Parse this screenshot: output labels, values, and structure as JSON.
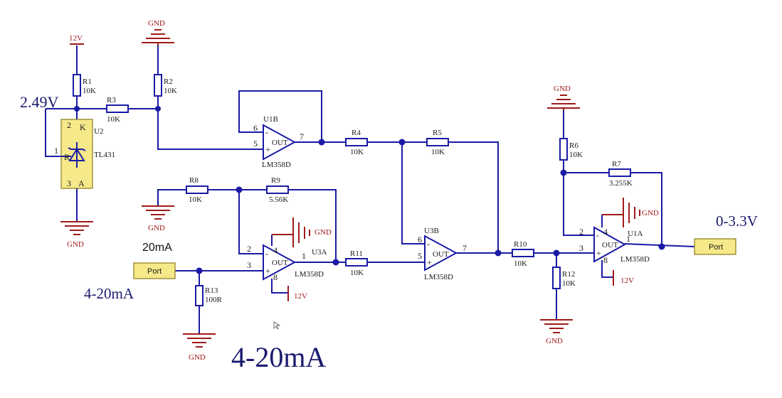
{
  "annotations": {
    "ref_voltage": "2.49V",
    "input_current": "4-20mA",
    "current_mark": "20mA",
    "output_range": "0-3.3V",
    "title": "4-20mA"
  },
  "nets": {
    "gnd": "GND",
    "v12": "12V"
  },
  "ports": {
    "input": "Port",
    "output": "Port"
  },
  "resistors": {
    "r1": {
      "ref": "R1",
      "value": "10K"
    },
    "r2": {
      "ref": "R2",
      "value": "10K"
    },
    "r3": {
      "ref": "R3",
      "value": "10K"
    },
    "r4": {
      "ref": "R4",
      "value": "10K"
    },
    "r5": {
      "ref": "R5",
      "value": "10K"
    },
    "r6": {
      "ref": "R6",
      "value": "10K"
    },
    "r7": {
      "ref": "R7",
      "value": "3.255K"
    },
    "r8": {
      "ref": "R8",
      "value": "10K"
    },
    "r9": {
      "ref": "R9",
      "value": "5.56K"
    },
    "r10": {
      "ref": "R10",
      "value": "10K"
    },
    "r11": {
      "ref": "R11",
      "value": "10K"
    },
    "r12": {
      "ref": "R12",
      "value": "10K"
    },
    "r13": {
      "ref": "R13",
      "value": "100R"
    }
  },
  "opamps": {
    "u1b": {
      "ref": "U1B",
      "part": "LM358D",
      "out": "OUT",
      "pins": {
        "inv": "6",
        "noninv": "5",
        "out": "7"
      }
    },
    "u3a": {
      "ref": "U3A",
      "part": "LM358D",
      "out": "OUT",
      "pins": {
        "inv": "2",
        "noninv": "3",
        "out": "1",
        "vcc": "4",
        "vee": "8"
      }
    },
    "u3b": {
      "ref": "U3B",
      "part": "LM358D",
      "out": "OUT",
      "pins": {
        "inv": "6",
        "noninv": "5",
        "out": "7"
      }
    },
    "u1a": {
      "ref": "U1A",
      "part": "LM358D",
      "out": "OUT",
      "pins": {
        "inv": "2",
        "noninv": "3",
        "out": "1",
        "vcc": "4",
        "vee": "8"
      }
    }
  },
  "reference": {
    "ref": "U2",
    "part": "TL431",
    "pins": {
      "cathode": "2",
      "ref": "1",
      "anode": "3"
    },
    "letters": {
      "k": "K",
      "r": "R",
      "a": "A"
    }
  }
}
